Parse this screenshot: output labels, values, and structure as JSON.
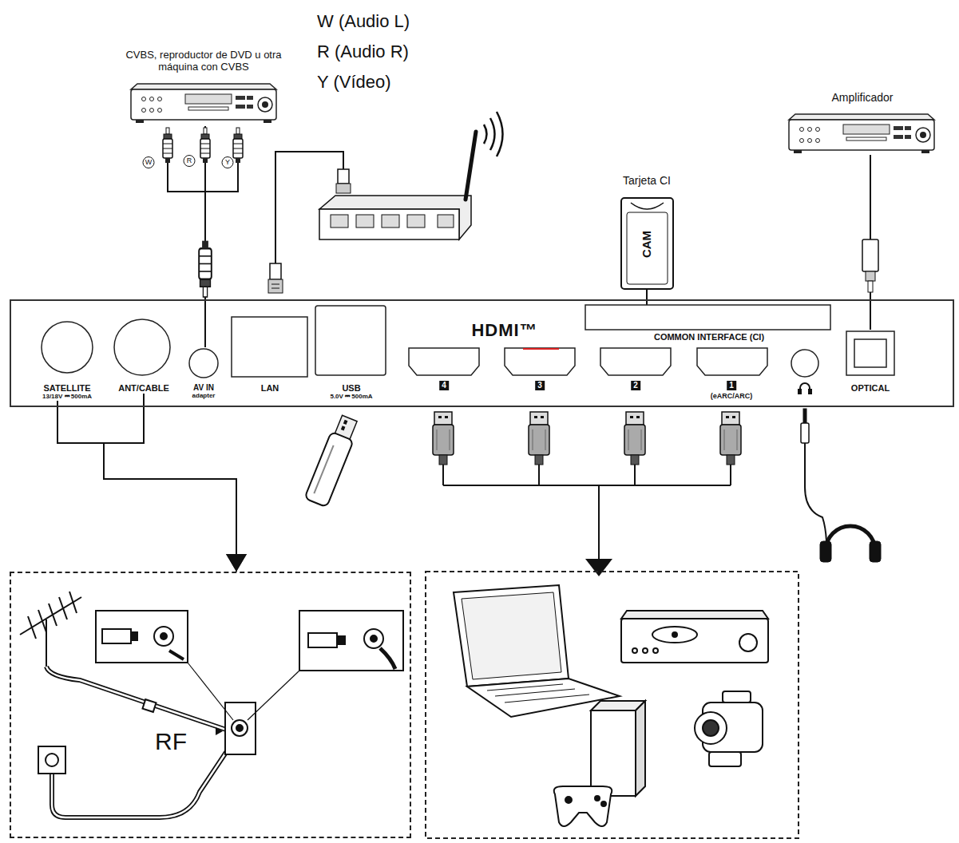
{
  "diagram": {
    "nodes": [
      {
        "text": [
          "CVBS, reproductor de DVD u otra máquina con CVBS"
        ]
      },
      {
        "text": [
          "Amplificador"
        ]
      },
      {
        "text": [
          "Tarjeta CI",
          "CAM"
        ]
      },
      {
        "text": [
          "HDMI™"
        ]
      },
      {
        "text": [
          "SATELLITE",
          "13/18V ⎓ 500mA"
        ],
        "in": 3
      },
      {
        "text": [
          "ANT/CABLE"
        ],
        "in": 3
      },
      {
        "text": [
          "AV IN",
          "adapter"
        ],
        "in": 3
      },
      {
        "text": [
          "LAN"
        ],
        "in": 3
      },
      {
        "text": [
          "USB",
          "5.0V ⎓ 500mA"
        ],
        "in": 3
      },
      {
        "text": [
          "4"
        ],
        "in": 3
      },
      {
        "text": [
          "3"
        ],
        "in": 3
      },
      {
        "text": [
          "2"
        ],
        "in": 3
      },
      {
        "text": [
          "1",
          "(eARC/ARC)"
        ],
        "in": 3
      },
      {
        "text": [
          "COMMON INTERFACE (CI)"
        ],
        "in": 3
      },
      {
        "text": [
          "OPTICAL"
        ],
        "in": 3
      },
      {
        "text": [
          "RF"
        ]
      }
    ],
    "edges": [
      {
        "from": 0,
        "to": 6,
        "arrow": "none"
      },
      {
        "from": 1,
        "to": 14,
        "arrow": "none"
      },
      {
        "from": 2,
        "to": 13,
        "arrow": "none"
      },
      {
        "from": 4,
        "to": 15,
        "arrow": "to"
      },
      {
        "from": 5,
        "to": 15,
        "arrow": "to"
      }
    ],
    "labels": [
      "W (Audio L)",
      "R (Audio R)",
      "Y (Vídeo)",
      "W",
      "R",
      "Y"
    ]
  }
}
